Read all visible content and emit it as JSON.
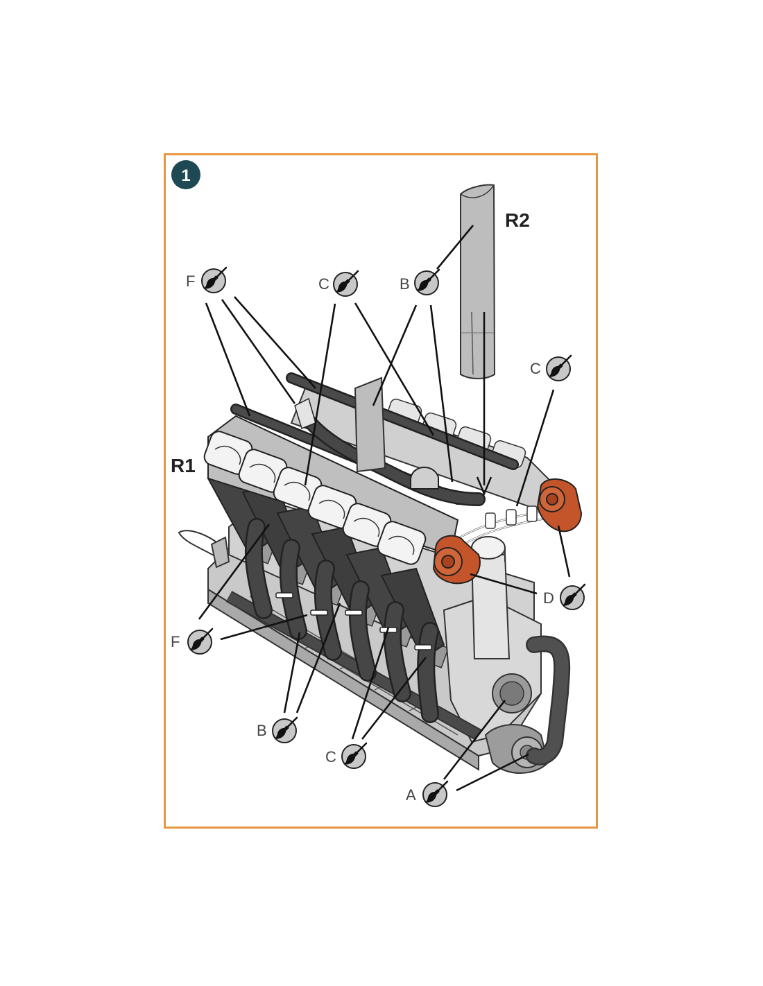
{
  "step": {
    "number": "1",
    "badge_color": "#1E4853"
  },
  "frame": {
    "border_color": "#E8963F"
  },
  "parts": {
    "r1": "R1",
    "r2": "R2"
  },
  "paint_callouts": {
    "f_top": "F",
    "c_top": "C",
    "b_top": "B",
    "c_right": "C",
    "d_right": "D",
    "f_left": "F",
    "b_bottom": "B",
    "c_bottom": "C",
    "a_bottom": "A"
  },
  "icons": {
    "paint": "paint-brush-icon"
  },
  "colors": {
    "engine_dark": "#3D3D3D",
    "engine_light": "#C9C9C9",
    "orange_parts": "#C4542A",
    "exhaust_pipe": "#BDBDBD"
  }
}
